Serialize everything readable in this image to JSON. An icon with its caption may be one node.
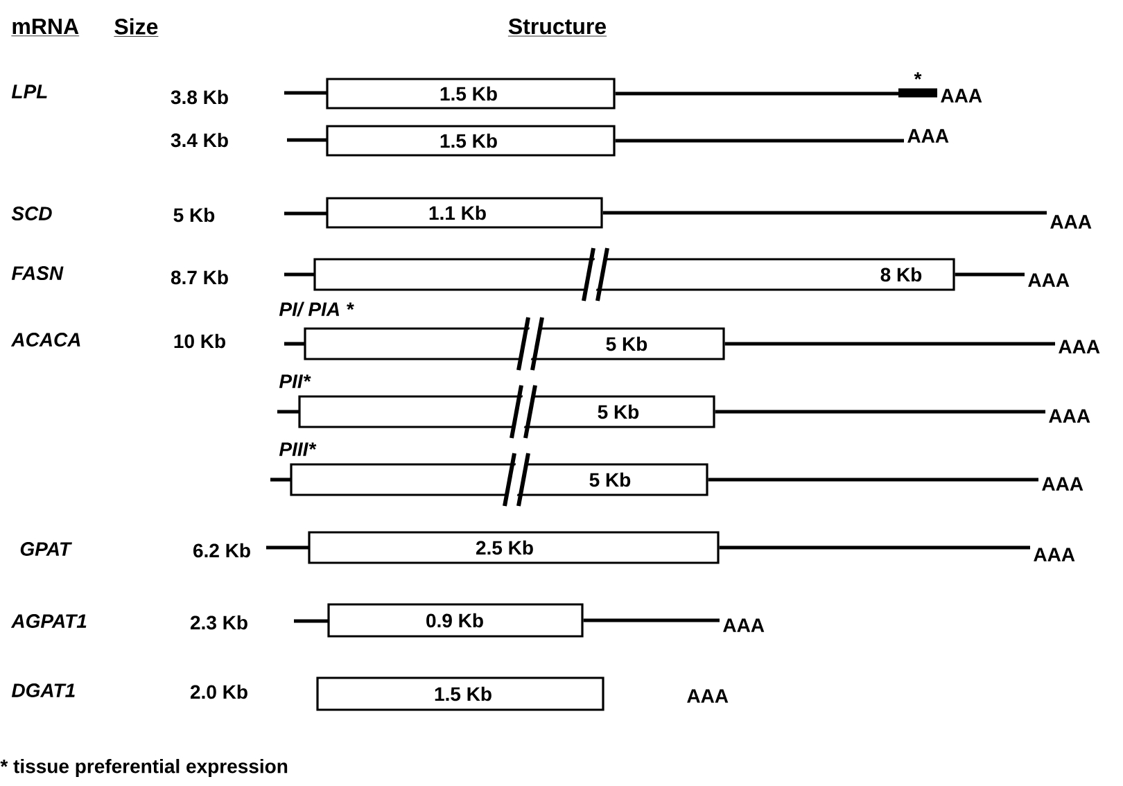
{
  "diagram": {
    "nodes": [
      {
        "text": [
          "1.5 Kb"
        ]
      },
      {
        "text": [
          "1.5 Kb"
        ]
      },
      {
        "text": [
          "1.1 Kb"
        ]
      },
      {
        "text": [
          "8 Kb"
        ]
      },
      {
        "text": [
          "5 Kb"
        ]
      },
      {
        "text": [
          "5 Kb"
        ]
      },
      {
        "text": [
          "5 Kb"
        ]
      },
      {
        "text": [
          "2.5 Kb"
        ]
      },
      {
        "text": [
          "0.9 Kb"
        ]
      },
      {
        "text": [
          "1.5 Kb"
        ]
      },
      {
        "text": [
          "AAA"
        ]
      },
      {
        "text": [
          "AAA"
        ]
      },
      {
        "text": [
          "AAA"
        ]
      },
      {
        "text": [
          "AAA"
        ]
      },
      {
        "text": [
          "AAA"
        ]
      },
      {
        "text": [
          "AAA"
        ]
      },
      {
        "text": [
          "AAA"
        ]
      },
      {
        "text": [
          "AAA"
        ]
      },
      {
        "text": [
          "AAA"
        ]
      },
      {
        "text": [
          "AAA"
        ]
      }
    ],
    "edges": [
      {
        "from": 0,
        "to": 10,
        "arrow": "none"
      },
      {
        "from": 1,
        "to": 11,
        "arrow": "none"
      },
      {
        "from": 2,
        "to": 12,
        "arrow": "none"
      },
      {
        "from": 3,
        "to": 13,
        "arrow": "none"
      },
      {
        "from": 4,
        "to": 14,
        "arrow": "none"
      },
      {
        "from": 5,
        "to": 15,
        "arrow": "none"
      },
      {
        "from": 6,
        "to": 16,
        "arrow": "none"
      },
      {
        "from": 7,
        "to": 17,
        "arrow": "none"
      },
      {
        "from": 8,
        "to": 18,
        "arrow": "none"
      }
    ],
    "labels": [
      "mRNA",
      "Size",
      "Structure",
      "LPL",
      "3.8 Kb",
      "*",
      "3.4 Kb",
      "SCD",
      "5 Kb",
      "FASN",
      "8.7 Kb",
      "PI/ PIA *",
      "ACACA",
      "10 Kb",
      "PII*",
      "PIII*",
      "GPAT",
      "6.2 Kb",
      "AGPAT1",
      "2.3 Kb",
      "DGAT1",
      "2.0 Kb",
      "* tissue preferential expression"
    ]
  }
}
